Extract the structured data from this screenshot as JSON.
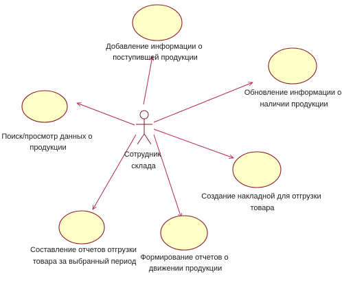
{
  "diagram": {
    "actor": {
      "lines": [
        "Сотрудник",
        "склада"
      ]
    },
    "use_cases": [
      {
        "id": "add",
        "lines": [
          "Добавление информации о",
          "поступившей продукции"
        ]
      },
      {
        "id": "update",
        "lines": [
          "Обновление информации о",
          "наличии продукции"
        ]
      },
      {
        "id": "search",
        "lines": [
          "Поиск/просмотр данных о",
          "продукции"
        ]
      },
      {
        "id": "invoice",
        "lines": [
          "Создание накладной для отгрузки",
          "товара"
        ]
      },
      {
        "id": "shipment-reports",
        "lines": [
          "Составление отчетов отгрузки",
          "товара за выбранный период"
        ]
      },
      {
        "id": "movement-reports",
        "lines": [
          "Формирование отчетов о",
          "движении продукции"
        ]
      }
    ],
    "colors": {
      "use_case_fill": "#ffffc8",
      "use_case_stroke": "#8b1a2b",
      "association": "#b0235a"
    }
  }
}
